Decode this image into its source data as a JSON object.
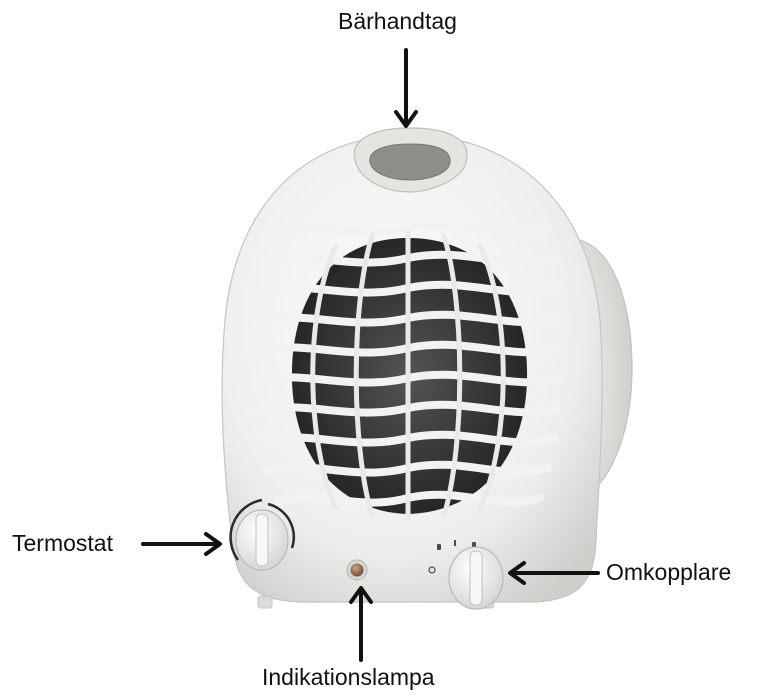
{
  "labels": {
    "top": "Bärhandtag",
    "left": "Termostat",
    "right": "Omkopplare",
    "bottom": "Indikationslampa"
  },
  "colors": {
    "text": "#111111",
    "arrow": "#111111",
    "body": "#f1f1f0",
    "shadow": "#c9c9c6",
    "grille_dark": "#2a2a2a"
  },
  "icons": {
    "arrow": "arrow-icon",
    "knob": "knob-icon",
    "lamp": "indicator-lamp-icon"
  }
}
